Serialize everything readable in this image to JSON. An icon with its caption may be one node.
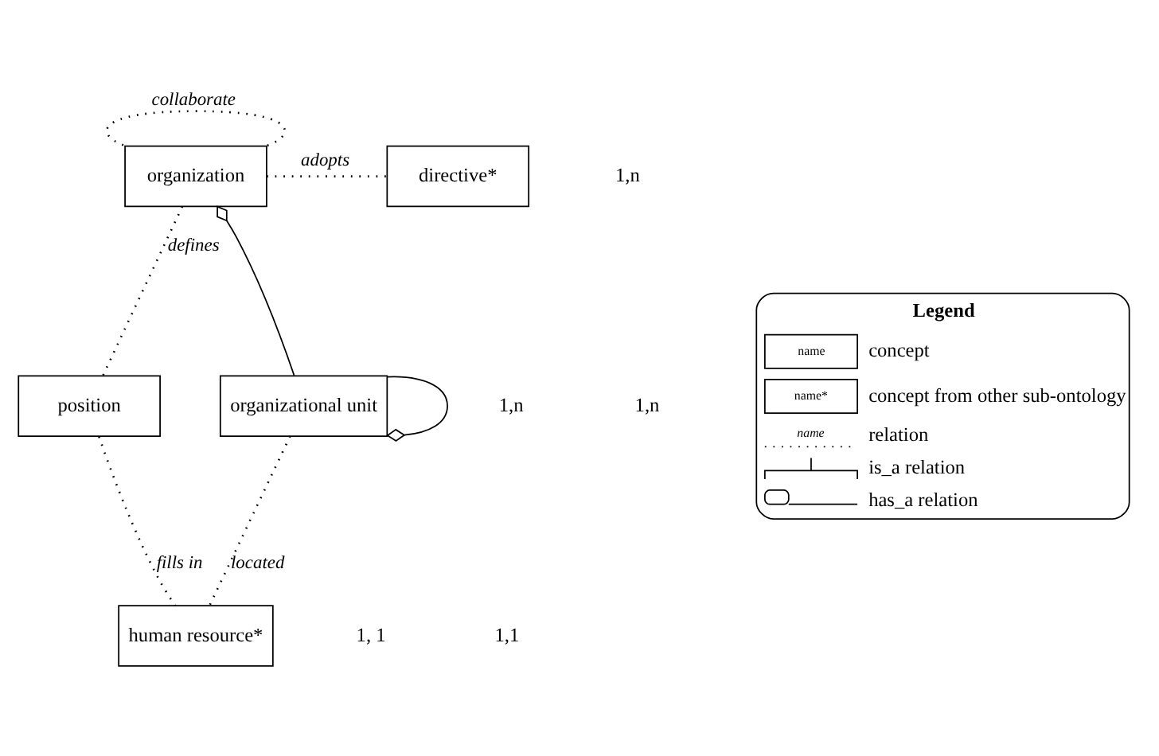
{
  "diagram": {
    "nodes": [
      {
        "text": [
          "organization"
        ]
      },
      {
        "text": [
          "directive*"
        ]
      },
      {
        "text": [
          "position"
        ]
      },
      {
        "text": [
          "organizational unit"
        ]
      },
      {
        "text": [
          "human resource*"
        ]
      }
    ],
    "edges": [
      {
        "from": 0,
        "to": 0,
        "arrow": "none",
        "label": "collaborate",
        "style": "dashed"
      },
      {
        "from": 2,
        "to": 0,
        "arrow": "none",
        "label": "defines",
        "style": "dashed"
      },
      {
        "from": 0,
        "to": 1,
        "arrow": "none",
        "label": "adopts",
        "style": "dashed"
      },
      {
        "from": 3,
        "to": 0,
        "arrow": "other"
      },
      {
        "from": 3,
        "to": 3,
        "arrow": "other"
      },
      {
        "from": 2,
        "to": 4,
        "arrow": "none",
        "label": "fills in",
        "style": "dashed"
      },
      {
        "from": 4,
        "to": 3,
        "arrow": "none",
        "label": "located",
        "style": "dashed"
      }
    ],
    "labels": [
      "1,n",
      "1,n",
      "1,n",
      "1, 1",
      "1,1",
      "Legend",
      "name",
      "name*",
      "name"
    ],
    "legend": [
      {
        "text": "concept"
      },
      {
        "text": "concept from other sub-ontology"
      },
      {
        "text": "relation"
      },
      {
        "text": "is_a relation"
      },
      {
        "text": "has_a relation"
      }
    ]
  }
}
